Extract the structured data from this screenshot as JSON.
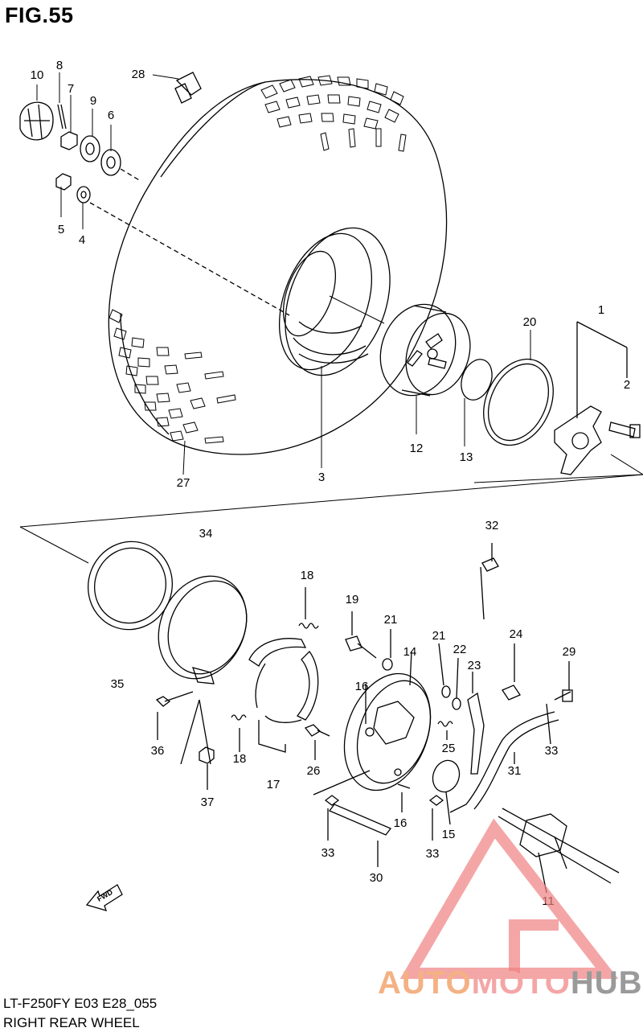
{
  "figure": {
    "title": "FIG.55",
    "model_code": "LT-F250FY E03 E28_055",
    "name": "RIGHT REAR WHEEL"
  },
  "callouts": [
    "1",
    "2",
    "3",
    "4",
    "5",
    "6",
    "7",
    "8",
    "9",
    "10",
    "11",
    "12",
    "13",
    "14",
    "15",
    "16",
    "16",
    "17",
    "18",
    "18",
    "19",
    "20",
    "21",
    "21",
    "22",
    "23",
    "24",
    "25",
    "26",
    "27",
    "28",
    "29",
    "30",
    "31",
    "32",
    "33",
    "33",
    "33",
    "34",
    "35",
    "36",
    "37"
  ],
  "direction_arrow": {
    "label": "FWD",
    "icon": "fwd-arrow-icon"
  },
  "watermark": {
    "brand_auto": "AUTO",
    "brand_moto": "MOTO",
    "brand_hub": "HUB",
    "colors": {
      "auto": "#F4B183",
      "moto": "#F4A6A6",
      "hub": "#9A9A9A",
      "logo": "#F08080"
    }
  }
}
